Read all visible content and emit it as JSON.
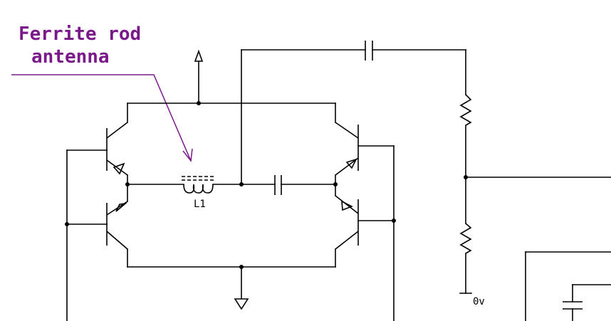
{
  "annotation": {
    "line1": "Ferrite rod",
    "line2": "antenna",
    "color": "#7a1a8a"
  },
  "labels": {
    "inductor": "L1",
    "ground_rail": "0v"
  },
  "icons": {
    "inductor": "inductor-coil-icon",
    "capacitor": "capacitor-icon",
    "resistor": "resistor-icon",
    "transistor": "transistor-icon",
    "ground": "ground-icon",
    "supply": "supply-arrow-icon"
  }
}
